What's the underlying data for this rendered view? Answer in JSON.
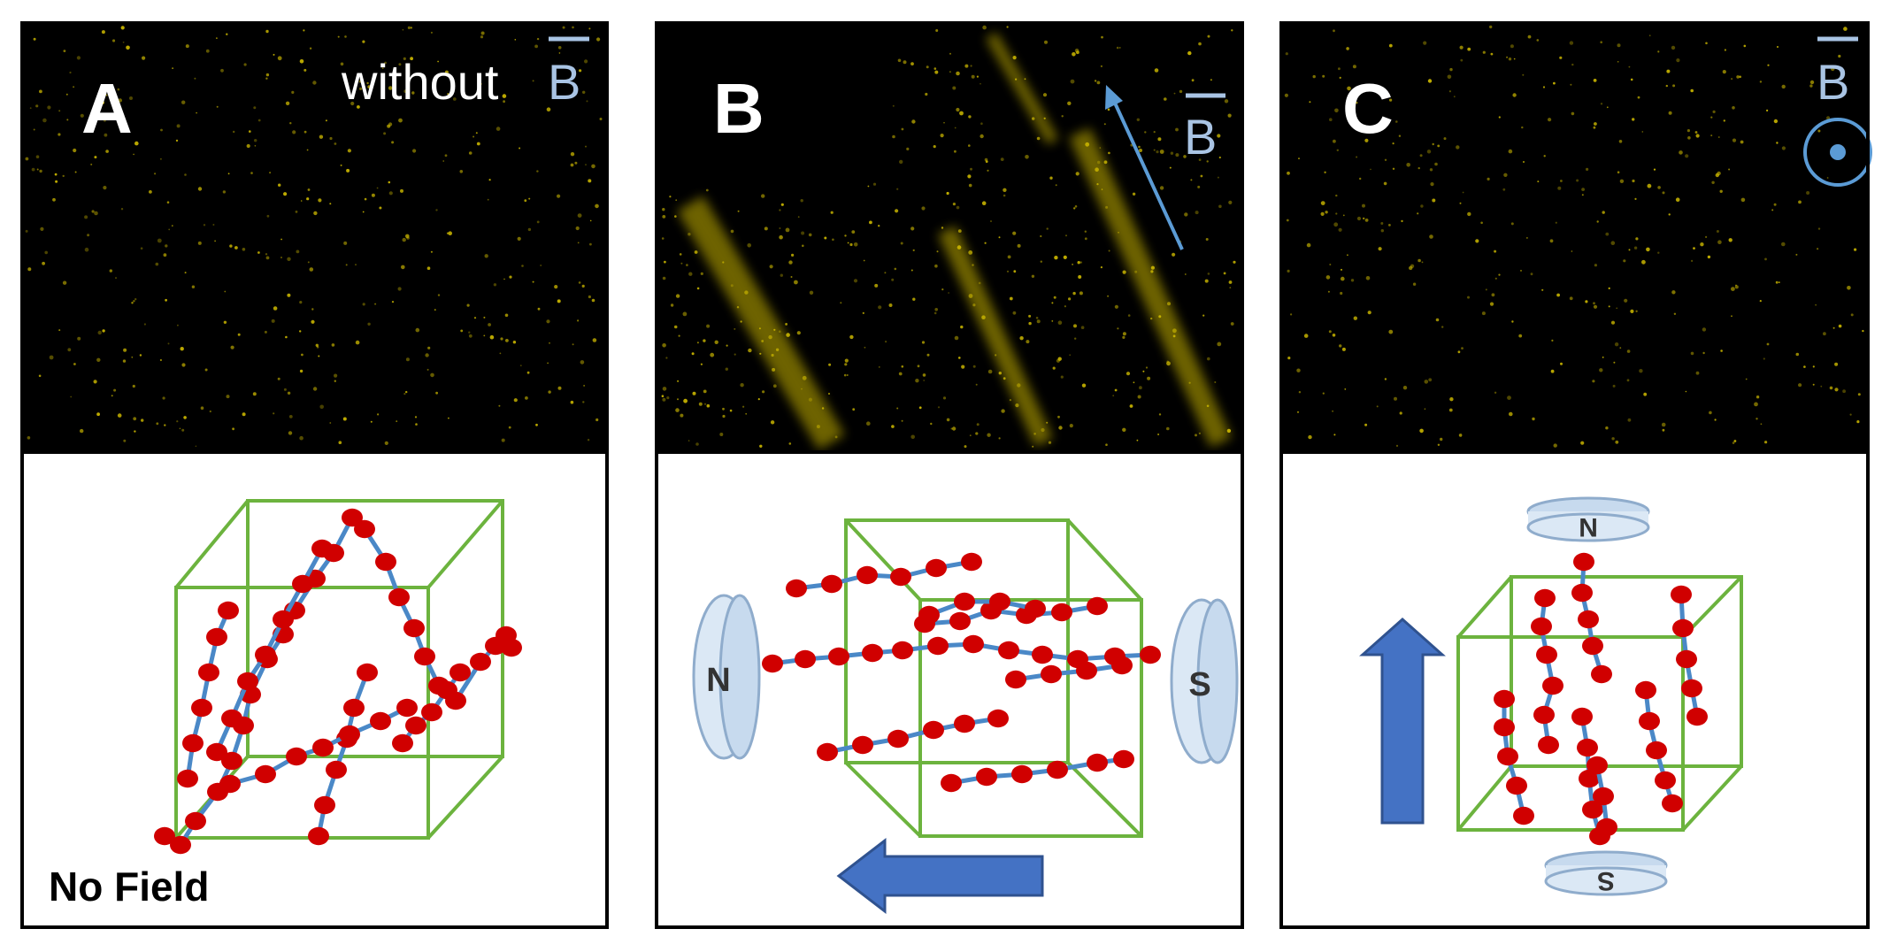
{
  "panels": [
    {
      "letter": "A",
      "field_note_prefix": "without",
      "field_symbol": "B",
      "caption": "No Field"
    },
    {
      "letter": "B",
      "field_symbol": "B",
      "magnet_north": "N",
      "magnet_south": "S"
    },
    {
      "letter": "C",
      "field_symbol": "B",
      "magnet_north": "N",
      "magnet_south": "S"
    }
  ],
  "colors": {
    "micrograph_bg": "#000000",
    "particle": "#c8b400",
    "bead": "#d00000",
    "chain": "#4a88c7",
    "cube": "#6cb33e",
    "field_symbol": "#a9c4e4",
    "arrow": "#4472c4",
    "magnet_fill": "#dbe8f5",
    "magnet_stroke": "#8faccc"
  },
  "icons": {
    "field_direction_arrow": "arrow-icon",
    "out_of_page_symbol": "dot-circle-icon"
  }
}
